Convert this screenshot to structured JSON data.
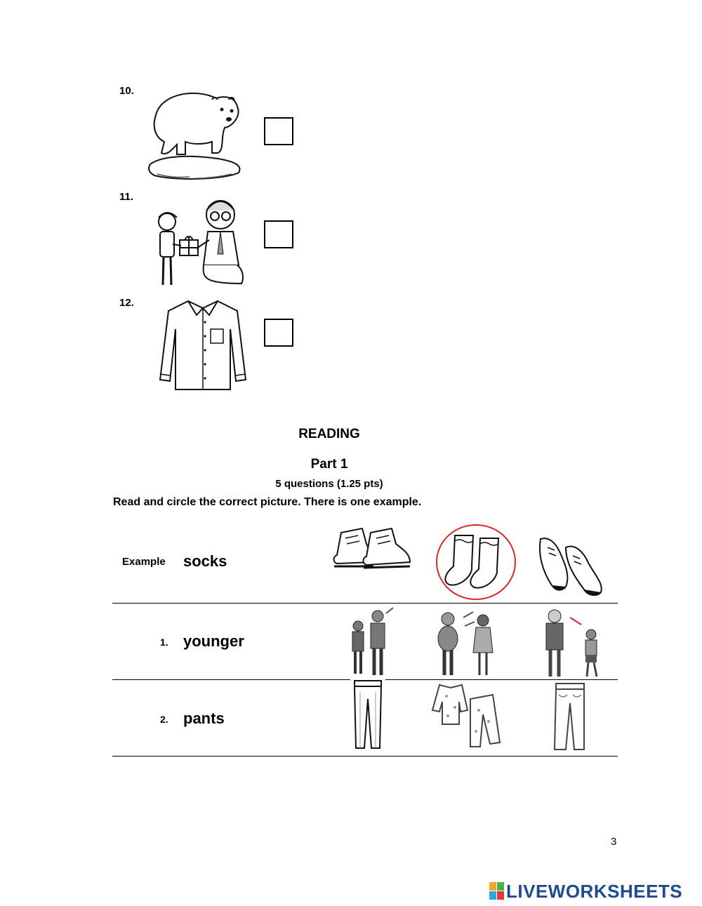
{
  "listening_items": [
    {
      "number": "10.",
      "picture": "polar-bear"
    },
    {
      "number": "11.",
      "picture": "boy-giving-gift-to-man"
    },
    {
      "number": "12.",
      "picture": "shirt"
    }
  ],
  "reading": {
    "section_title": "READING",
    "part_title": "Part 1",
    "subtitle": "5 questions (1.25 pts)",
    "instruction": "Read and circle the correct picture. There is one example."
  },
  "rows": [
    {
      "label": "Example",
      "word": "socks",
      "pictures": [
        "boots",
        "socks",
        "shoes"
      ],
      "circled": 1
    },
    {
      "label": "1.",
      "word": "younger",
      "pictures": [
        "boy-and-man",
        "man-and-woman",
        "old-man-and-boy"
      ]
    },
    {
      "label": "2.",
      "word": "pants",
      "pictures": [
        "trousers",
        "pajamas",
        "jeans"
      ]
    }
  ],
  "page_number": "3",
  "brand": {
    "name": "LIVEWORKSHEETS",
    "color": "#1e4b8f",
    "accent_colors": [
      "#f5a623",
      "#4caf50",
      "#29a8e0",
      "#e53935"
    ]
  },
  "circle_color": "#d62828"
}
